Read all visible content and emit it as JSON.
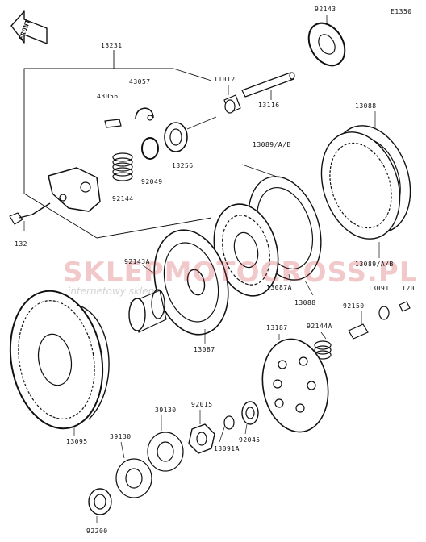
{
  "diagram": {
    "code": "E1350",
    "front_arrow_label": "FRONT",
    "watermark": {
      "brand": "SKLEPMOTOCROSS.PL",
      "tagline": "internetowy sklep"
    },
    "part_numbers": [
      "92143",
      "13231",
      "11012",
      "43057",
      "43056",
      "13116",
      "13088",
      "13089/A/B",
      "13256",
      "92049",
      "92144",
      "132",
      "92143A",
      "13087A",
      "13088",
      "13089/A/B",
      "13091",
      "120",
      "92150",
      "92144A",
      "13187",
      "13087",
      "13095",
      "39130",
      "92015",
      "39130",
      "13091A",
      "92045",
      "92200"
    ]
  }
}
